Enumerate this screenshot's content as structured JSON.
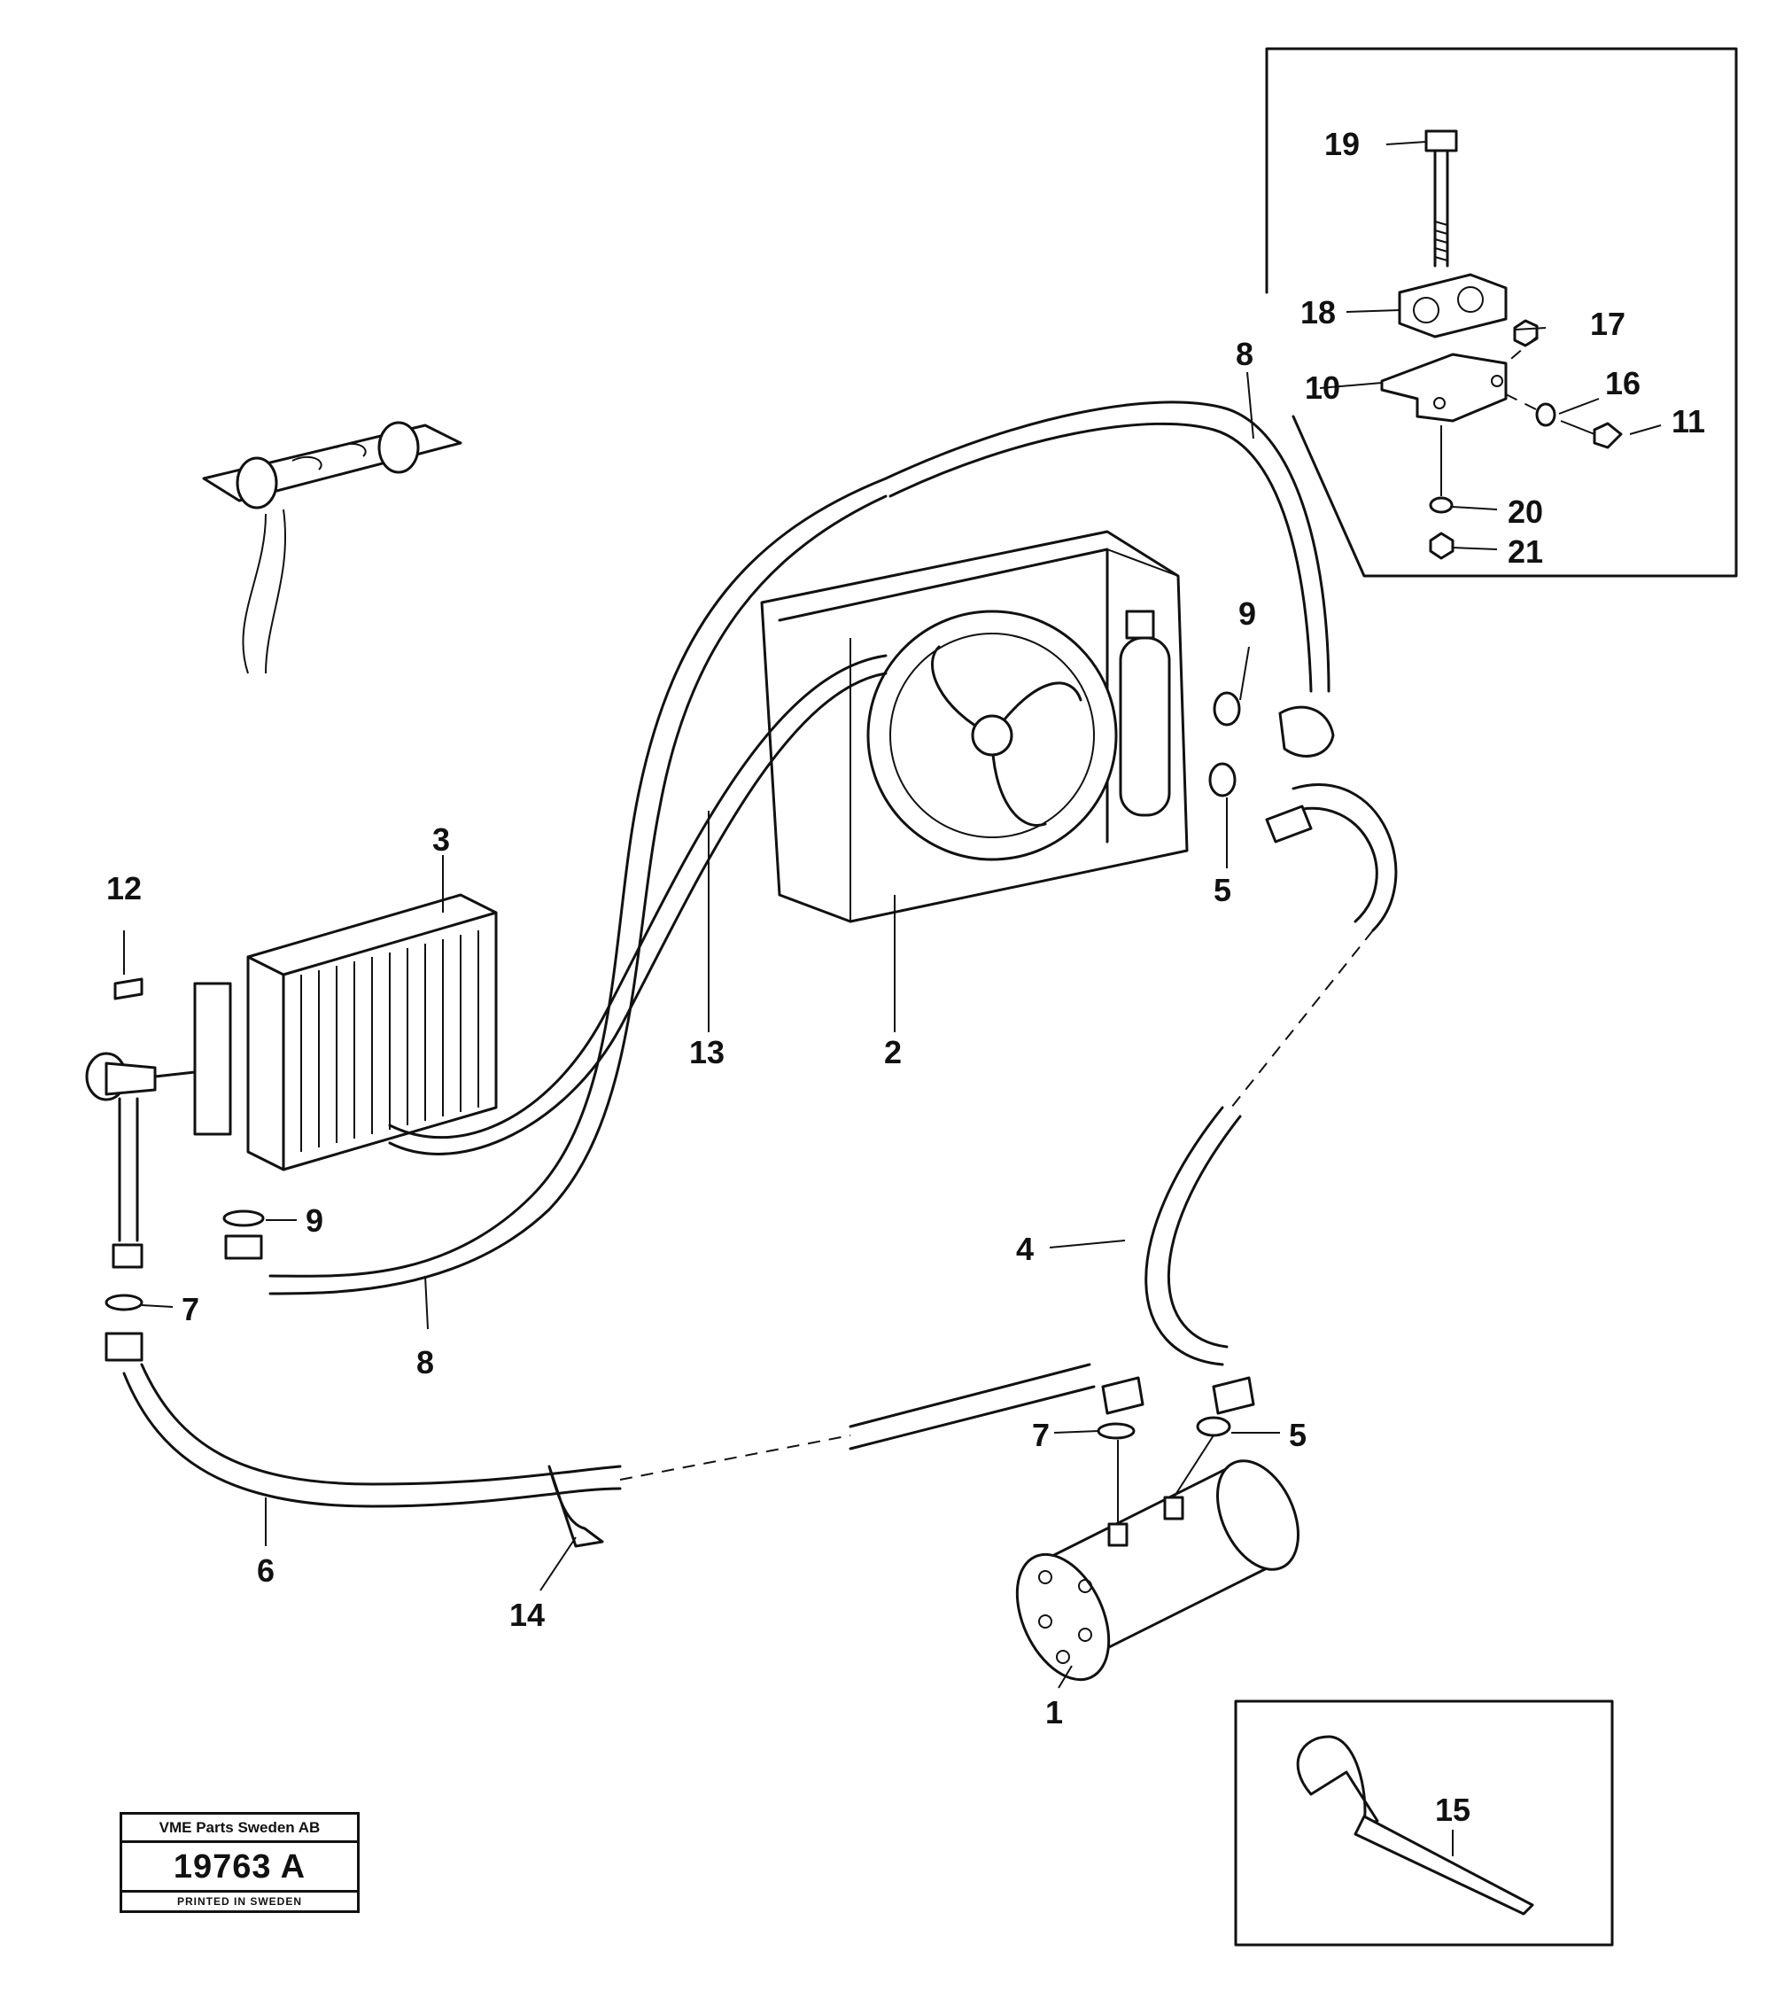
{
  "diagram": {
    "callouts": [
      "1",
      "2",
      "3",
      "4",
      "5",
      "5",
      "6",
      "7",
      "7",
      "8",
      "8",
      "9",
      "9",
      "10",
      "11",
      "12",
      "13",
      "14",
      "15",
      "16",
      "17",
      "18",
      "19",
      "20",
      "21"
    ]
  },
  "stamp": {
    "company": "VME Parts Sweden AB",
    "number": "19763 A",
    "printed": "PRINTED IN SWEDEN"
  }
}
